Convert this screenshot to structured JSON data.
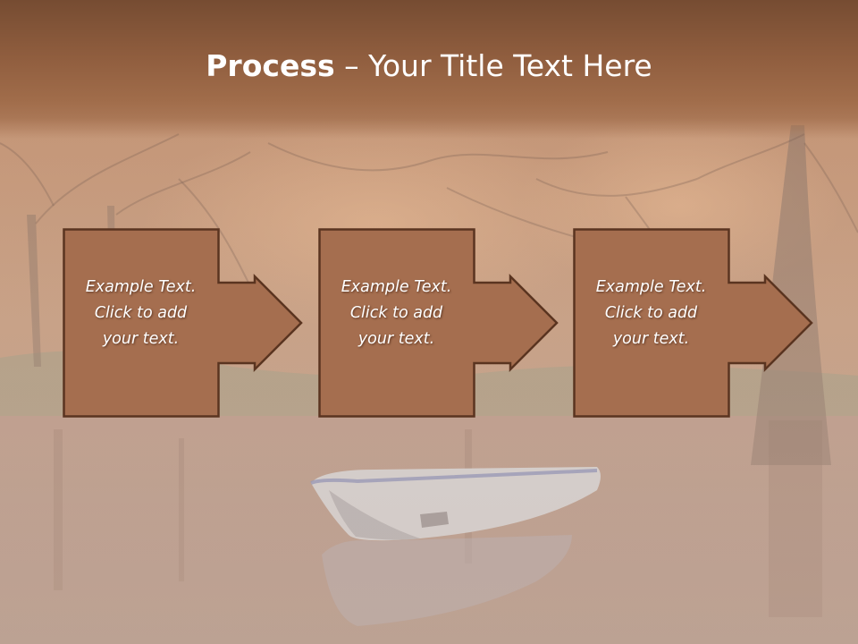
{
  "slide": {
    "title_bold": "Process",
    "title_rest": " – Your Title Text Here",
    "colors": {
      "title_bar": "#8f5d3e",
      "box_fill": "#a56e4f",
      "box_stroke": "#5a3420",
      "text": "#ffffff"
    }
  },
  "steps": [
    {
      "text": "Example Text.\nClick  to add\nyour text.",
      "icon": "arrow-right-shape"
    },
    {
      "text": "Example Text.\nClick  to add\nyour text.",
      "icon": "arrow-right-shape"
    },
    {
      "text": "Example Text.\nClick  to add\nyour text.",
      "icon": "arrow-right-shape"
    }
  ]
}
